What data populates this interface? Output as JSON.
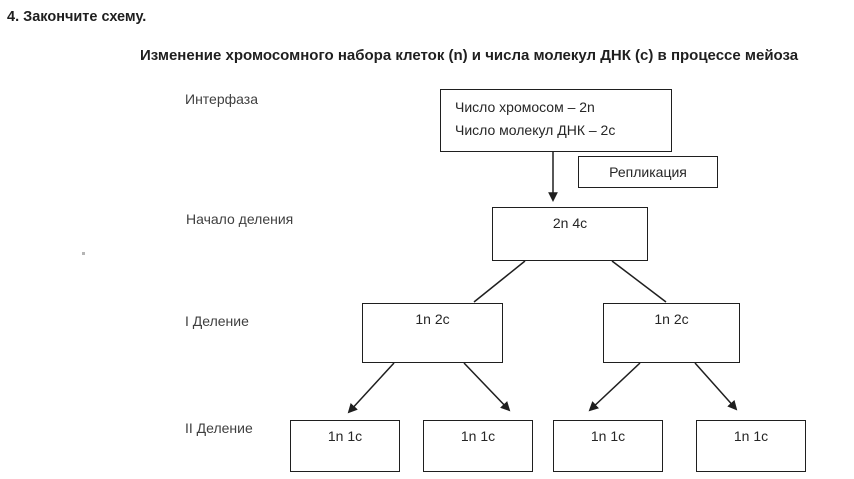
{
  "page": {
    "title": "4. Закончите схему.",
    "subtitle": "Изменение хромосомного набора клеток (n) и числа молекул ДНК (с) в процессе мейоза"
  },
  "diagram": {
    "row_labels": [
      "Интерфаза",
      "Начало деления",
      "I Деление",
      "II Деление"
    ],
    "interphase_box": {
      "line1": "Число хромосом – 2n",
      "line2": "Число молекул ДНК – 2с"
    },
    "replication_label": "Репликация",
    "start_box": "2n 4c",
    "division1_boxes": [
      "1n 2c",
      "1n 2c"
    ],
    "division2_boxes": [
      "1n 1c",
      "1n 1c",
      "1n 1c",
      "1n 1c"
    ],
    "colors": {
      "border": "#1f1f1f",
      "box_text": "#262626",
      "label_text": "#3f3f3f",
      "background": "#ffffff"
    }
  }
}
